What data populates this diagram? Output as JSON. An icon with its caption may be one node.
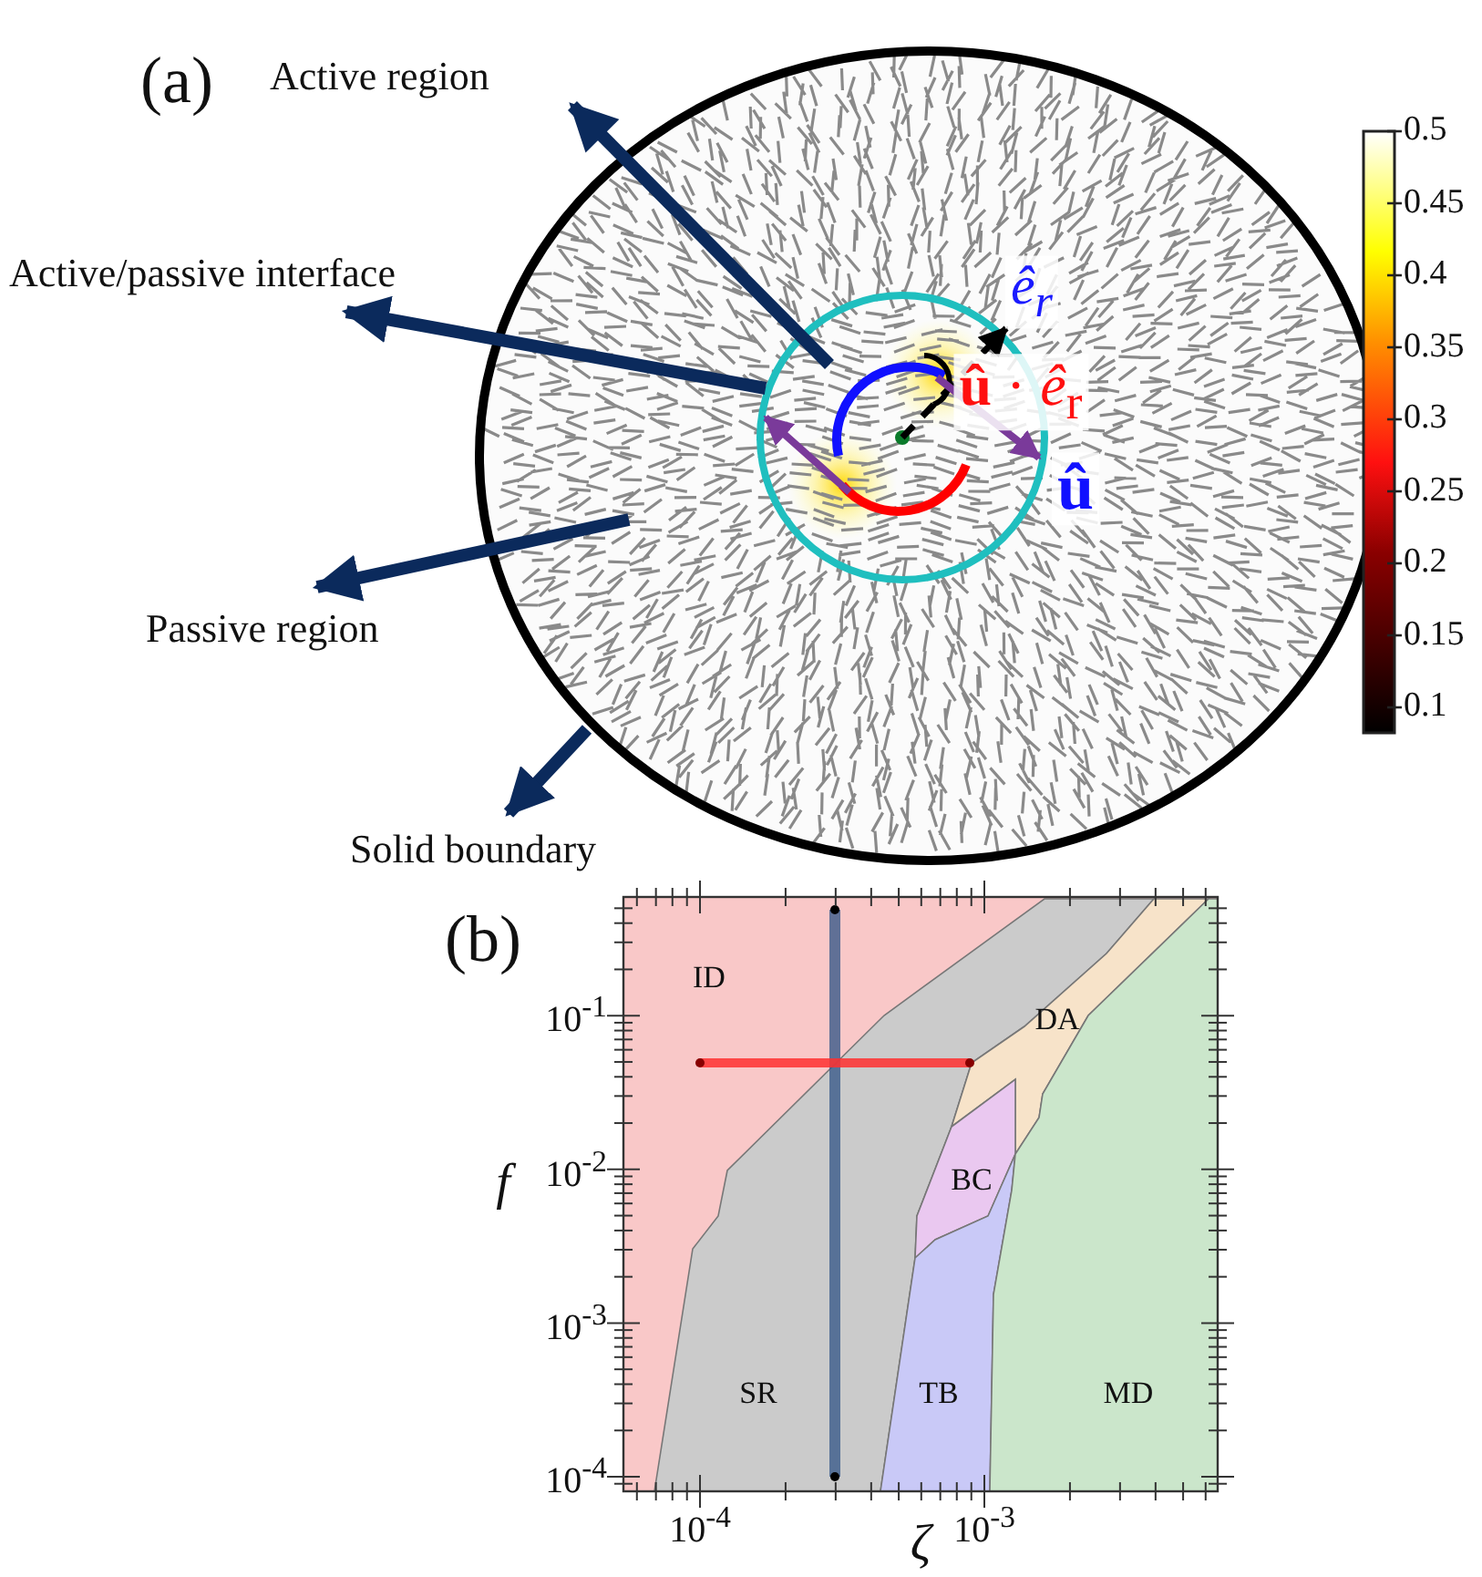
{
  "diagram": {
    "nodes": [
      {
        "text": [
          "Active region"
        ]
      },
      {
        "text": [
          "Active/passive interface"
        ]
      },
      {
        "text": [
          "Passive region"
        ]
      },
      {
        "text": [
          "Solid boundary"
        ]
      }
    ],
    "edges": [
      {
        "from": null,
        "to": 0,
        "arrow": "to"
      },
      {
        "from": null,
        "to": 1,
        "arrow": "to"
      },
      {
        "from": null,
        "to": 2,
        "arrow": "to"
      },
      {
        "from": null,
        "to": 3,
        "arrow": "to"
      }
    ],
    "labels": [
      "(a)",
      "*ê*$_{r}$",
      "**û** · *ê*$_{r}$",
      "û",
      "0.5",
      "0.45",
      "0.4",
      "0.35",
      "0.3",
      "0.25",
      "0.2",
      "0.15",
      "0.1",
      "(b)",
      "ID",
      "DA",
      "10$^{-1}$",
      "BC",
      "10$^{-2}$",
      "f",
      "10$^{-3}$",
      "SR",
      "TB",
      "MD",
      "10$^{-4}$",
      "10$^{-4}$",
      "10$^{-3}$",
      "ζ"
    ]
  }
}
